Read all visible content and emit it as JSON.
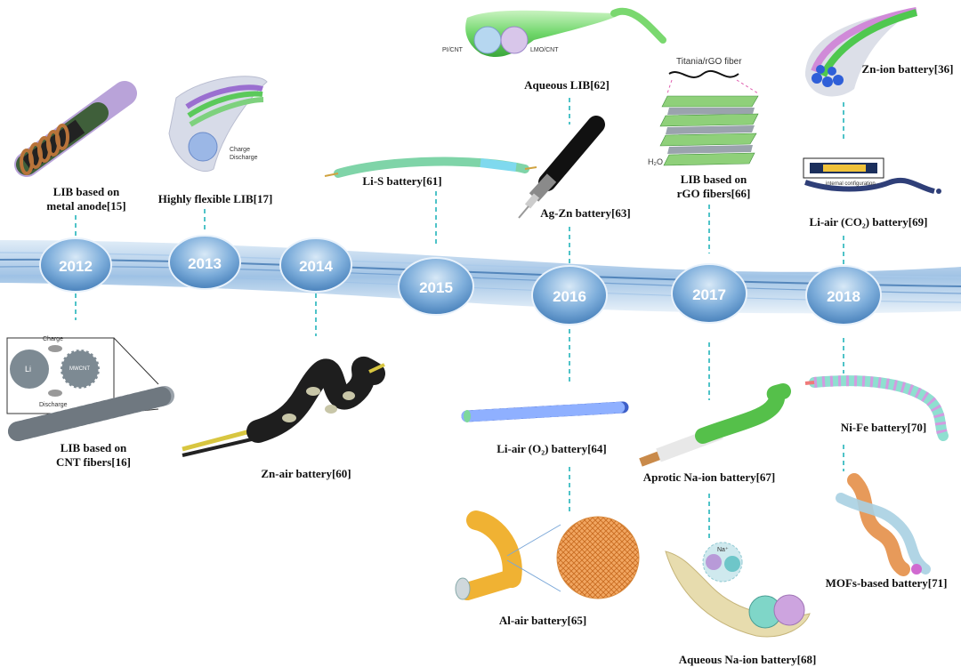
{
  "timeline": {
    "years": [
      "2012",
      "2013",
      "2014",
      "2015",
      "2016",
      "2017",
      "2018"
    ]
  },
  "labels": {
    "lib_metal_l1": "LIB based on",
    "lib_metal_l2": "metal anode[15]",
    "lib_flex": "Highly flexible LIB[17]",
    "lis": "Li-S battery[61]",
    "aq_lib": "Aqueous LIB[62]",
    "agzn": "Ag-Zn battery[63]",
    "rgo_l1": "LIB based on",
    "rgo_l2": "rGO fibers[66]",
    "znion": "Zn-ion battery[36]",
    "liair_co2": "Li-air (CO₂) battery[69]",
    "cnt_l1": "LIB based on",
    "cnt_l2": "CNT fibers[16]",
    "znair": "Zn-air battery[60]",
    "liair_o2": "Li-air (O₂) battery[64]",
    "alair": "Al-air battery[65]",
    "aprotic": "Aprotic Na-ion battery[67]",
    "aq_na": "Aqueous Na-ion battery[68]",
    "nife": "Ni-Fe battery[70]",
    "mofs": "MOFs-based  battery[71]"
  },
  "inset_text": {
    "pi_cnt": "PI/CNT",
    "lmo_cnt": "LMO/CNT",
    "titania": "Titania/rGO fiber",
    "h2o": "H₂O",
    "charge_2013": "Charge",
    "discharge_2013": "Discharge",
    "internal": "internal configuration",
    "charge_2012": "Charge",
    "discharge_2012": "Discharge",
    "li": "Li",
    "mwcnt": "MWCNT",
    "na": "Na⁺"
  },
  "colors": {
    "band": "#6fa8dc",
    "dash": "#4fc3c8",
    "bubble": "#7fb3dd"
  }
}
